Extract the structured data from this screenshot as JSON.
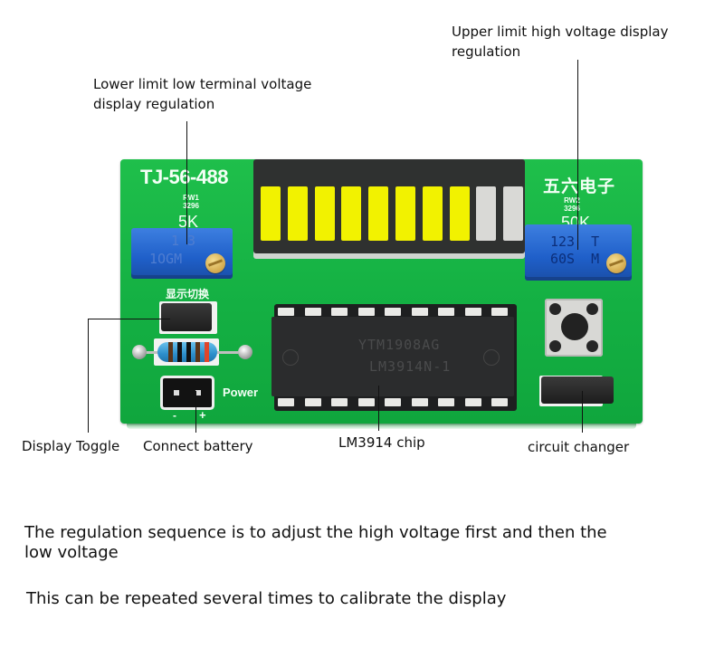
{
  "callouts": {
    "lower_limit": {
      "line1": "Lower limit low terminal voltage",
      "line2": "display regulation"
    },
    "upper_limit": {
      "line1": "Upper limit high voltage display",
      "line2": "regulation"
    },
    "display_toggle": "Display Toggle",
    "connect_battery": "Connect battery",
    "chip": "LM3914 chip",
    "circuit_changer": "circuit changer"
  },
  "board": {
    "model": "TJ-56-488",
    "brand": "五六电子",
    "rw1": {
      "ref": "RW1",
      "type": "3296",
      "value": "5K",
      "marking_top": "1 3",
      "marking_bottom": "1OGM"
    },
    "rw2": {
      "ref": "RW2",
      "type": "3296",
      "value": "50K",
      "marking_top": "123  T",
      "marking_bottom": "60S  M"
    },
    "toggle_label": "显示切换",
    "power_label": "Power",
    "power_minus": "-",
    "power_plus": "+",
    "chip_line1": "YTM1908AG",
    "chip_line2": "LM3914N-1"
  },
  "bargraph": {
    "segments_total": 10,
    "segments_lit": 8,
    "lit_color": "#f2f200",
    "unlit_color": "#d9d9d6"
  },
  "notes": {
    "sequence_line1": "The regulation sequence is to adjust the high voltage first and then the",
    "sequence_line2": "low voltage",
    "repeat": "This can be repeated several times to calibrate the display"
  }
}
